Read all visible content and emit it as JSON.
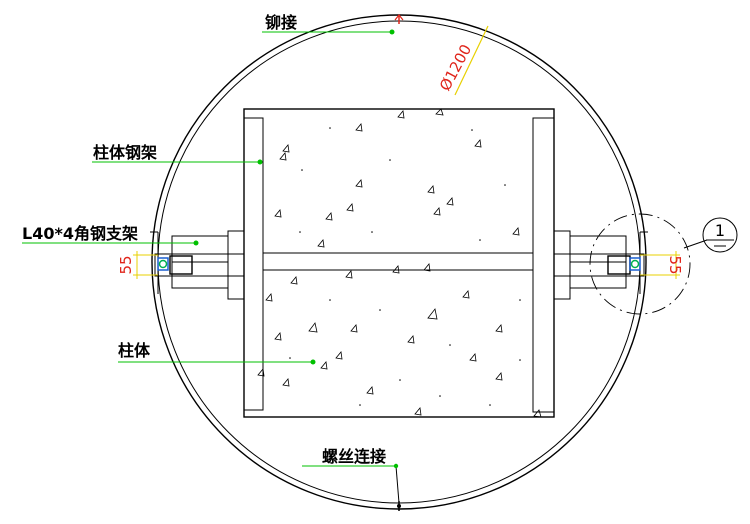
{
  "labels": {
    "rivet": "铆接",
    "diameter": "Ø1200",
    "column_steel_frame": "柱体钢架",
    "angle_bracket": "L40*4角钢支架",
    "column_body": "柱体",
    "screw_connection": "螺丝连接",
    "dim_left": "55",
    "dim_right": "55",
    "detail_number": "1"
  },
  "colors": {
    "leader": "#00c000",
    "dimension_red": "#e0251b",
    "dimension_yellow": "#e8d000",
    "insulation_blue": "#1a5fd0",
    "insulation_green": "#00b050",
    "outline": "#000000"
  }
}
